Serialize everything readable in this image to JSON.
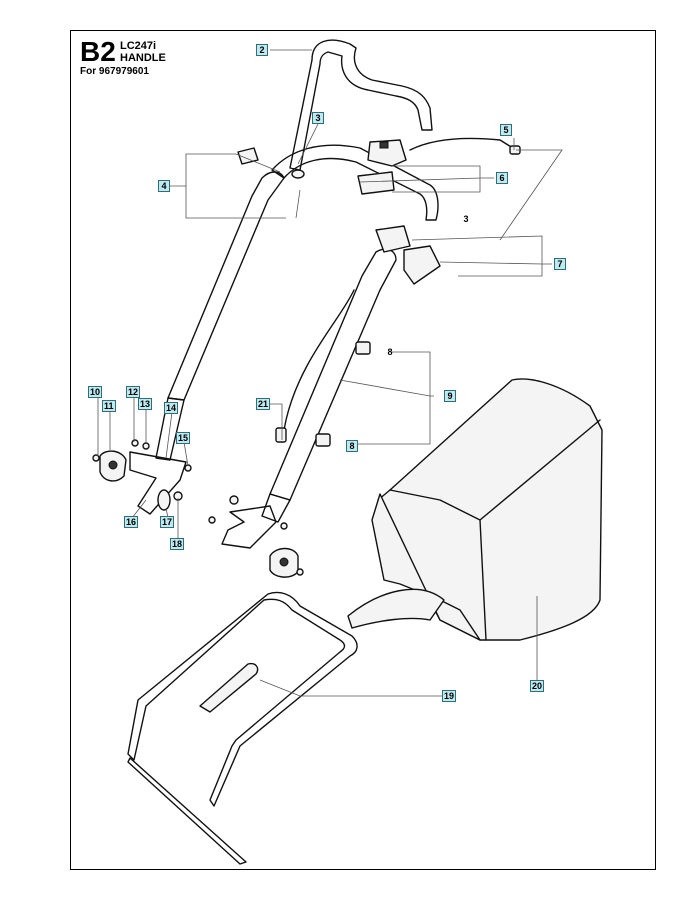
{
  "header": {
    "section_code": "B2",
    "model": "LC247i",
    "title": "HANDLE",
    "serial": "For 967979601"
  },
  "callouts": {
    "c2": "2",
    "c3a": "3",
    "c3b": "3",
    "c4": "4",
    "c5": "5",
    "c6": "6",
    "c7": "7",
    "c8a": "8",
    "c8b": "8",
    "c9": "9",
    "c10": "10",
    "c11": "11",
    "c12": "12",
    "c13": "13",
    "c14": "14",
    "c15": "15",
    "c16": "16",
    "c17": "17",
    "c18": "18",
    "c19": "19",
    "c20": "20",
    "c21": "21"
  },
  "colors": {
    "callout_fill": "#bfe8ef",
    "callout_border": "#2b6f7c"
  }
}
